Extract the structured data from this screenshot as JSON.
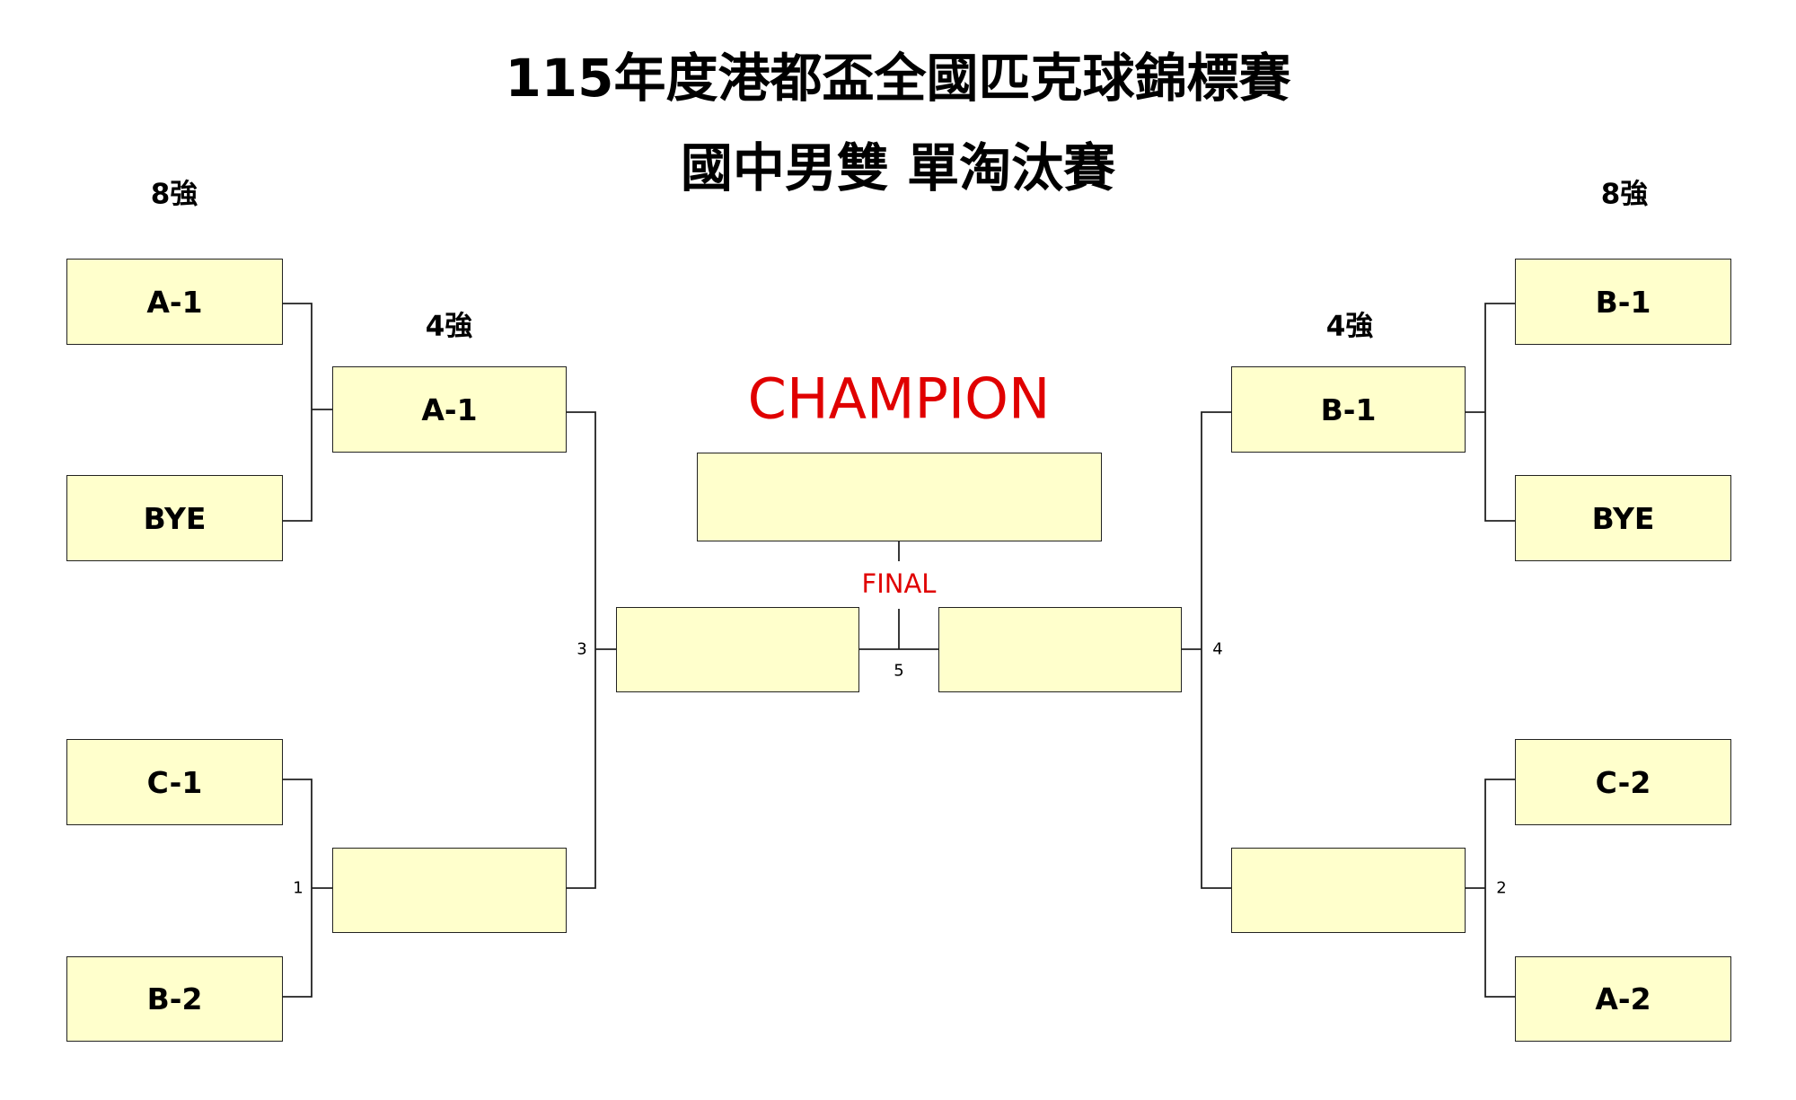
{
  "title": "115年度港都盃全國匹克球錦標賽",
  "subtitle": "國中男雙 單淘汰賽",
  "round_labels": {
    "round8_left": "8強",
    "round8_right": "8強",
    "round4_left": "4強",
    "round4_right": "4強"
  },
  "champion_label": "CHAMPION",
  "final_label": "FINAL",
  "accent_color": "#e00000",
  "box_color": "#ffffcc",
  "left": {
    "round8": [
      "A-1",
      "BYE",
      "C-1",
      "B-2"
    ],
    "round4": [
      "A-1",
      ""
    ],
    "semi": ""
  },
  "right": {
    "round8": [
      "B-1",
      "BYE",
      "C-2",
      "A-2"
    ],
    "round4": [
      "B-1",
      ""
    ],
    "semi": ""
  },
  "champion": "",
  "match_numbers": {
    "m1": "1",
    "m2": "2",
    "m3": "3",
    "m4": "4",
    "m5": "5"
  }
}
